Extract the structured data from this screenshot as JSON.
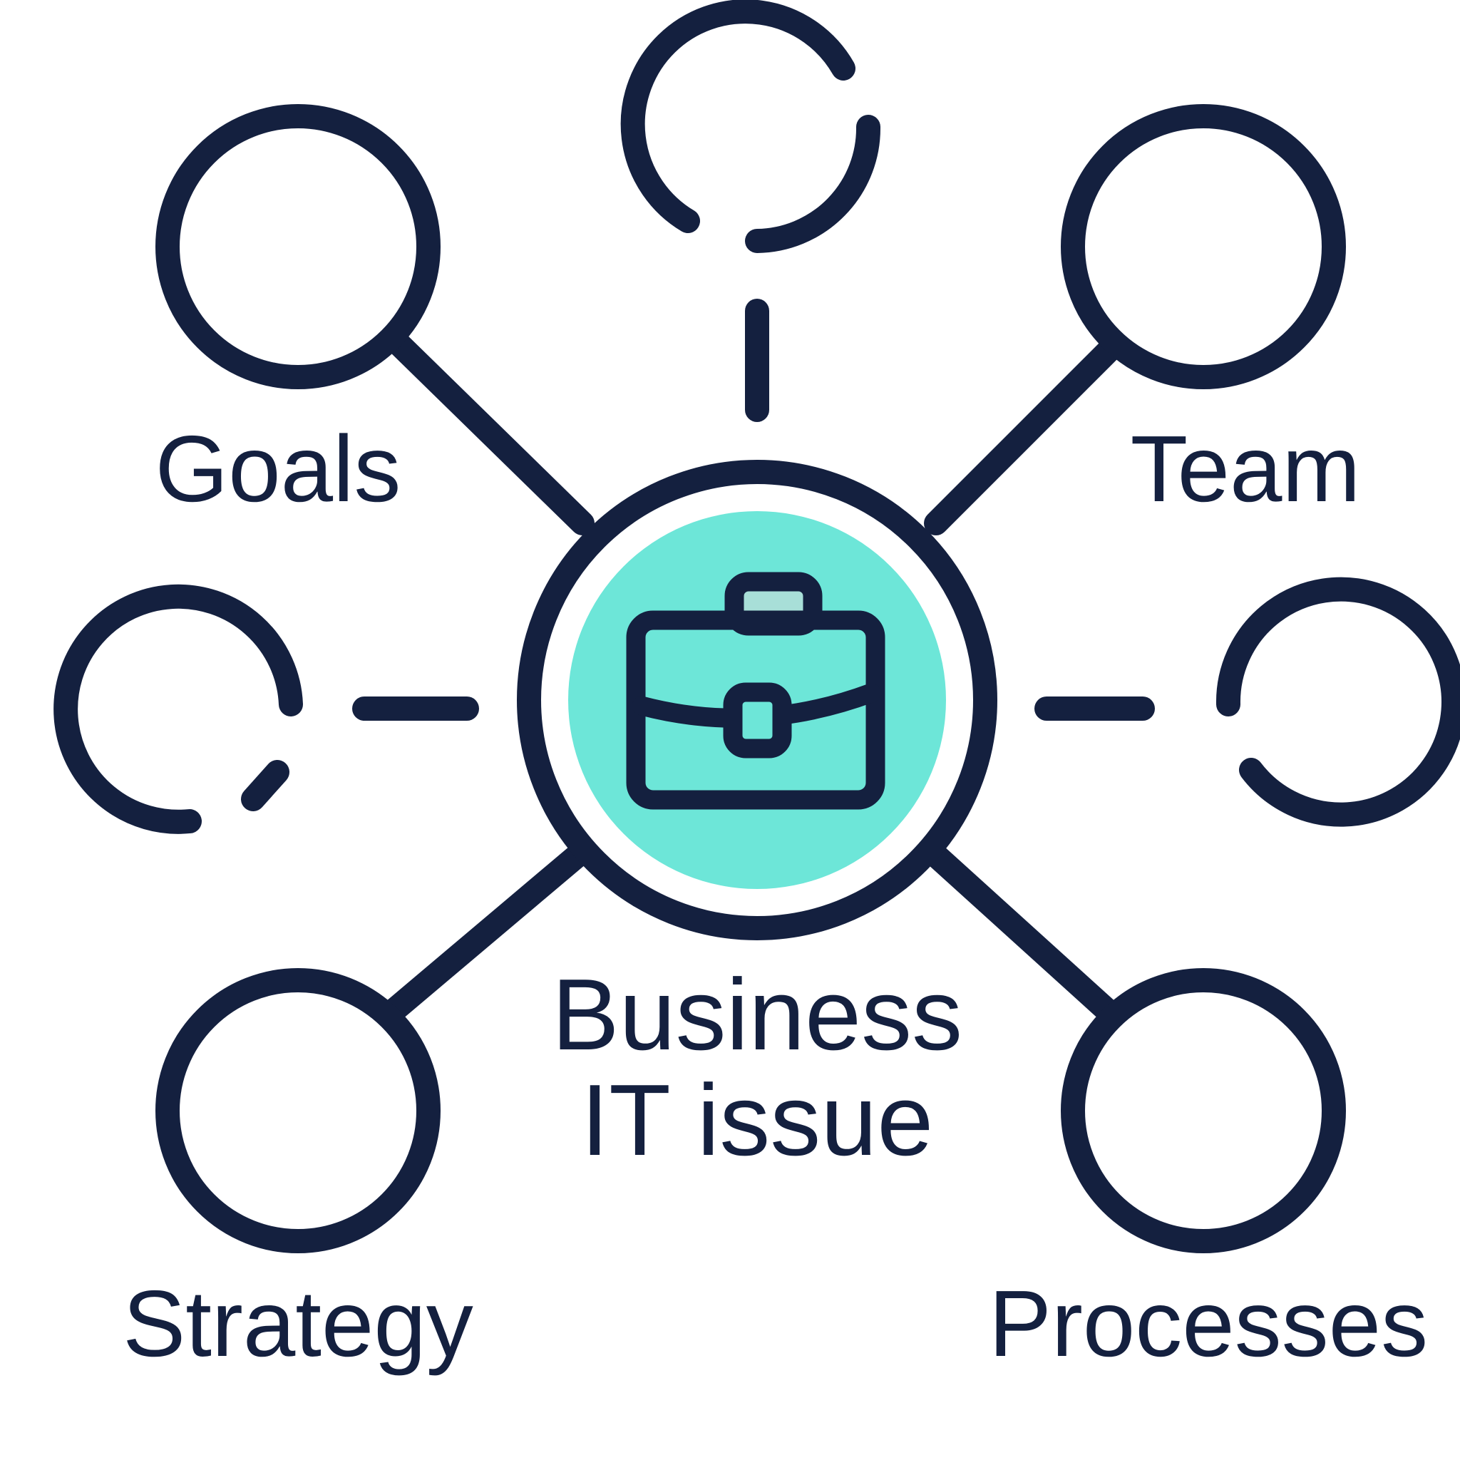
{
  "diagram": {
    "center": {
      "line1": "Business",
      "line2": "IT issue",
      "icon": "briefcase-icon"
    },
    "nodes": {
      "goals": "Goals",
      "team": "Team",
      "strategy": "Strategy",
      "processes": "Processes"
    }
  },
  "colors": {
    "stroke": "#14203f",
    "center_fill": "#6de6d8",
    "background": "#ffffff"
  }
}
